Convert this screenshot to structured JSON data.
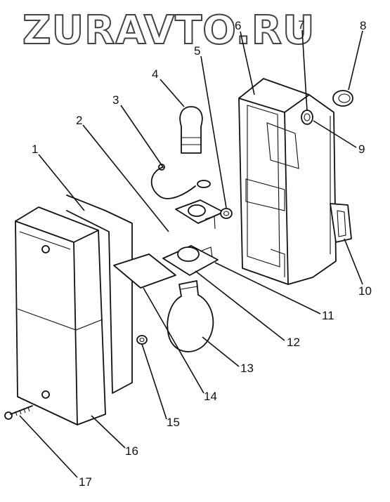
{
  "watermark": "ZURAVTO.RU",
  "callouts": [
    "1",
    "2",
    "3",
    "4",
    "5",
    "6",
    "7",
    "8",
    "9",
    "10",
    "11",
    "12",
    "13",
    "14",
    "15",
    "16",
    "17"
  ],
  "colors": {
    "line": "#111111",
    "background": "#ffffff"
  }
}
